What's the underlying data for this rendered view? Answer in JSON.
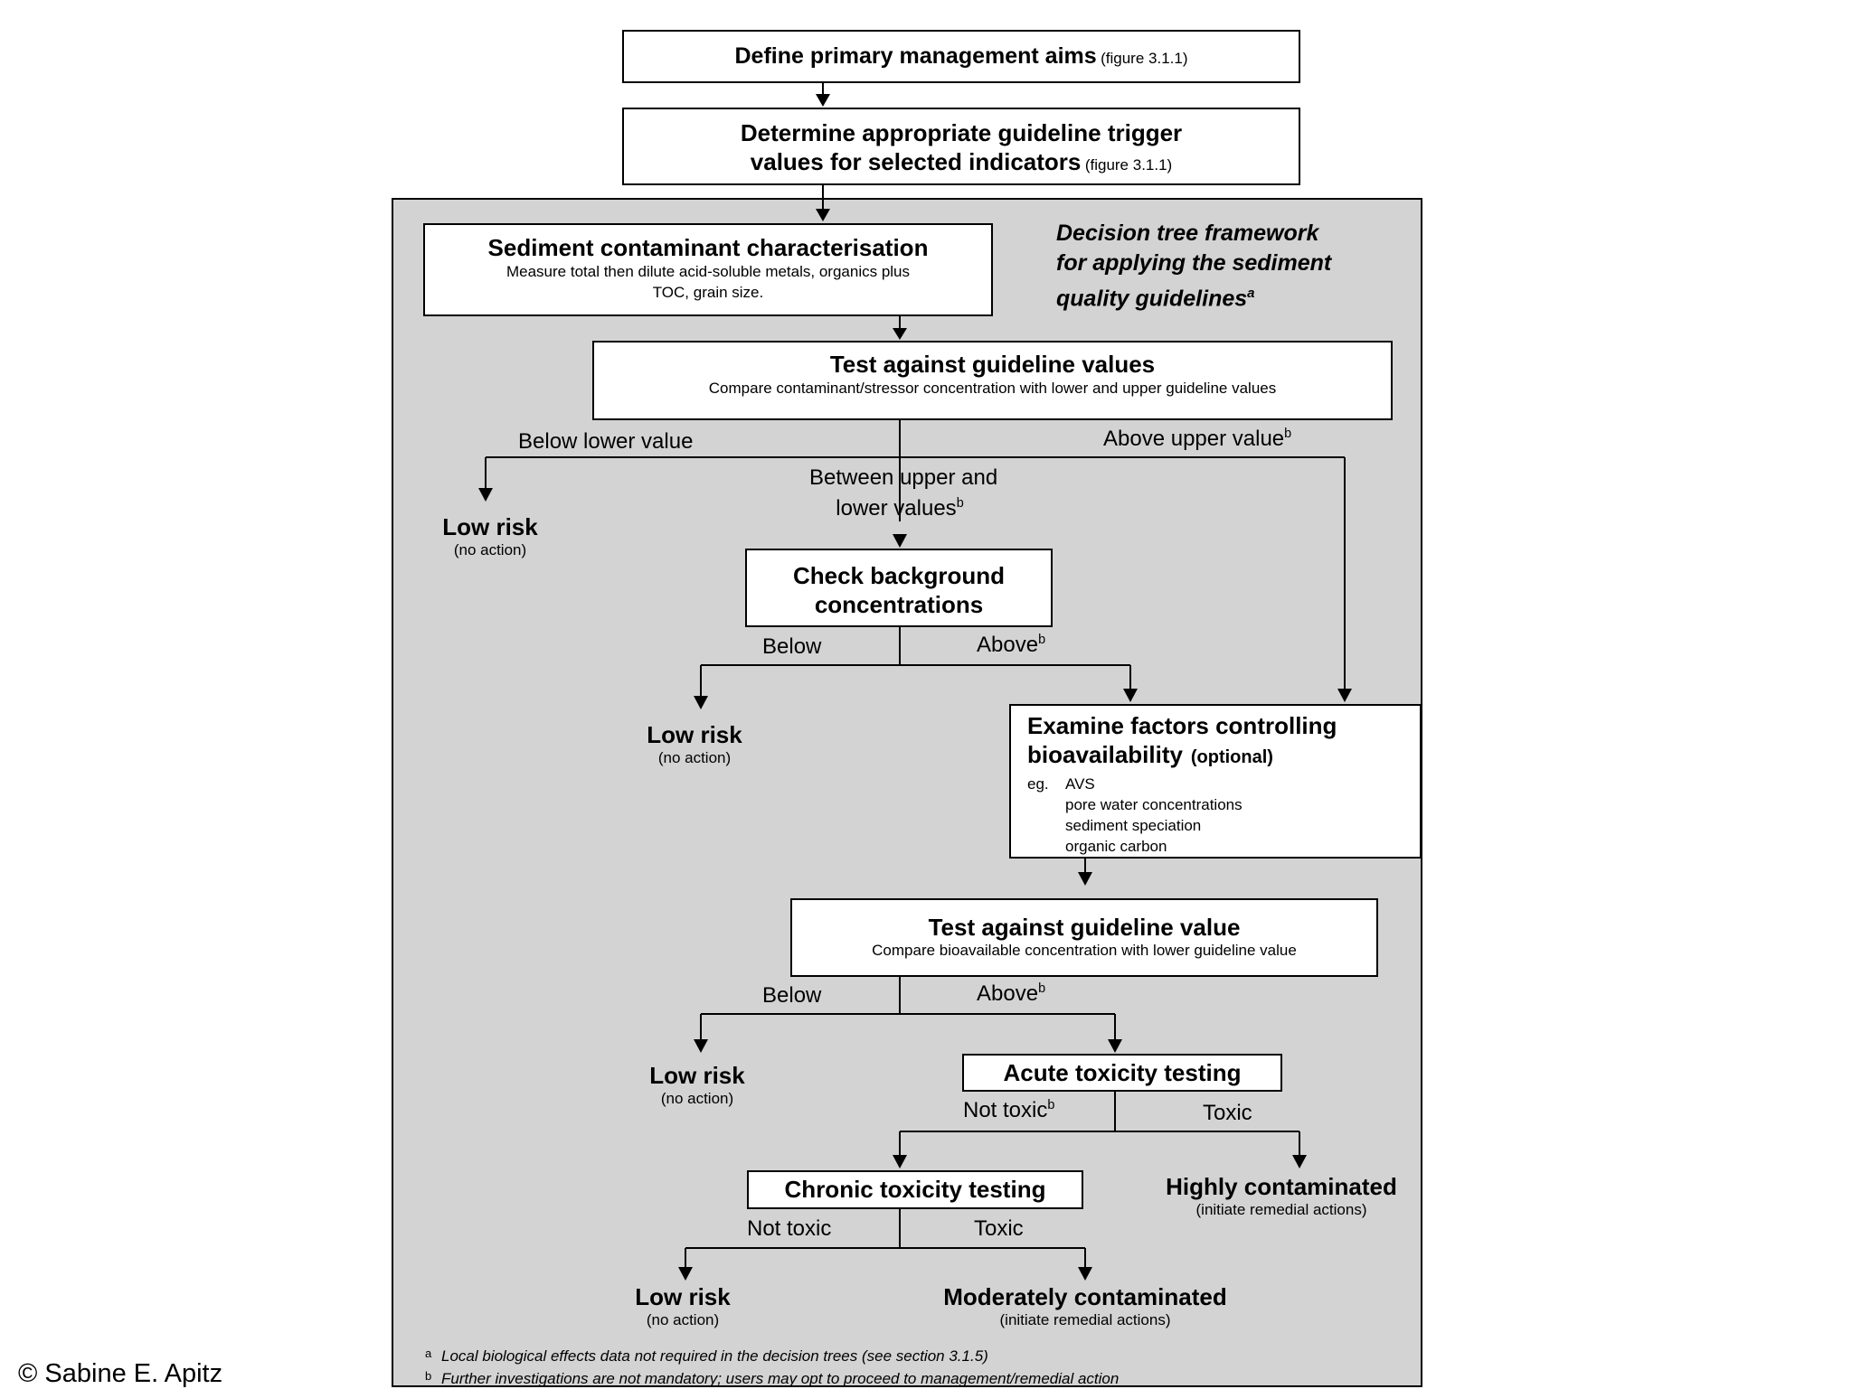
{
  "top": {
    "aims": {
      "title": "Define primary management aims",
      "ref": "(figure 3.1.1)"
    },
    "trigger": {
      "line1": "Determine appropriate guideline trigger",
      "line2": "values for selected indicators",
      "ref": "(figure 3.1.1)"
    }
  },
  "framework_title": {
    "line1": "Decision tree framework",
    "line2": "for applying the  sediment",
    "line3": "quality guidelines",
    "sup": "a"
  },
  "characterisation": {
    "title": "Sediment contaminant characterisation",
    "line1": "Measure total then dilute acid-soluble metals, organics plus",
    "line2": "TOC, grain size."
  },
  "test1": {
    "title": "Test against guideline values",
    "desc": "Compare contaminant/stressor concentration with lower and upper guideline values"
  },
  "branch1": {
    "below": "Below lower value",
    "between_line1": "Between upper and",
    "between_line2": "lower values",
    "between_sup": "b",
    "above": "Above upper value",
    "above_sup": "b"
  },
  "background": {
    "line1": "Check background",
    "line2": "concentrations"
  },
  "branch2": {
    "below": "Below",
    "above": "Above",
    "above_sup": "b"
  },
  "factors": {
    "line1": "Examine factors controlling",
    "line2": "bioavailability",
    "optional": "(optional)",
    "eg": "eg.",
    "items": [
      "AVS",
      "pore water concentrations",
      "sediment speciation",
      "organic carbon"
    ]
  },
  "test2": {
    "title": "Test against guideline value",
    "desc": "Compare bioavailable concentration with lower guideline value"
  },
  "branch3": {
    "below": "Below",
    "above": "Above",
    "above_sup": "b"
  },
  "acute": {
    "title": "Acute toxicity testing"
  },
  "branch4": {
    "not_toxic": "Not toxic",
    "not_toxic_sup": "b",
    "toxic": "Toxic"
  },
  "chronic": {
    "title": "Chronic toxicity testing"
  },
  "branch5": {
    "not_toxic": "Not toxic",
    "toxic": "Toxic"
  },
  "outcomes": {
    "low_risk_1": {
      "title": "Low risk",
      "sub": "(no action)"
    },
    "low_risk_2": {
      "title": "Low risk",
      "sub": "(no action)"
    },
    "low_risk_3": {
      "title": "Low risk",
      "sub": "(no action)"
    },
    "low_risk_4": {
      "title": "Low risk",
      "sub": "(no action)"
    },
    "highly": {
      "title": "Highly contaminated",
      "sub": "(initiate remedial actions)"
    },
    "moderately": {
      "title": "Moderately contaminated",
      "sub": "(initiate remedial actions)"
    }
  },
  "footnotes": {
    "a_mark": "a",
    "a_text": "Local biological effects data not required in the decision trees (see section 3.1.5)",
    "b_mark": "b",
    "b_text": "Further investigations are not mandatory; users may opt to proceed to management/remedial action"
  },
  "copyright": "© Sabine E. Apitz"
}
